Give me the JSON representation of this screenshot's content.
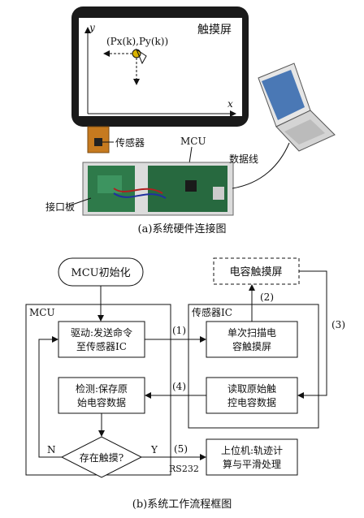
{
  "hardware": {
    "touchscreen_label": "触摸屏",
    "axis_y": "y",
    "axis_x": "x",
    "point_label": "(Px(k),Py(k))",
    "sensor_label": "传感器",
    "mcu_label": "MCU",
    "dataline_label": "数据线",
    "interface_board_label": "接口板",
    "caption": "(a)系统硬件连接图"
  },
  "flow": {
    "mcu_init": "MCU初始化",
    "cap_screen": "电容触摸屏",
    "mcu_group": "MCU",
    "sensor_group": "传感器IC",
    "drive_line1": "驱动:发送命令",
    "drive_line2": "至传感器IC",
    "scan_line1": "单次扫描电",
    "scan_line2": "容触摸屏",
    "detect_line1": "检测:保存原",
    "detect_line2": "始电容数据",
    "read_line1": "读取原始触",
    "read_line2": "控电容数据",
    "decision": "存在触摸?",
    "host_line1": "上位机:轨迹计",
    "host_line2": "算与平滑处理",
    "step1": "(1)",
    "step2": "(2)",
    "step3": "(3)",
    "step4": "(4)",
    "step5": "(5)",
    "no_label": "N",
    "yes_label": "Y",
    "rs232": "RS232",
    "caption": "(b)系统工作流程框图"
  }
}
